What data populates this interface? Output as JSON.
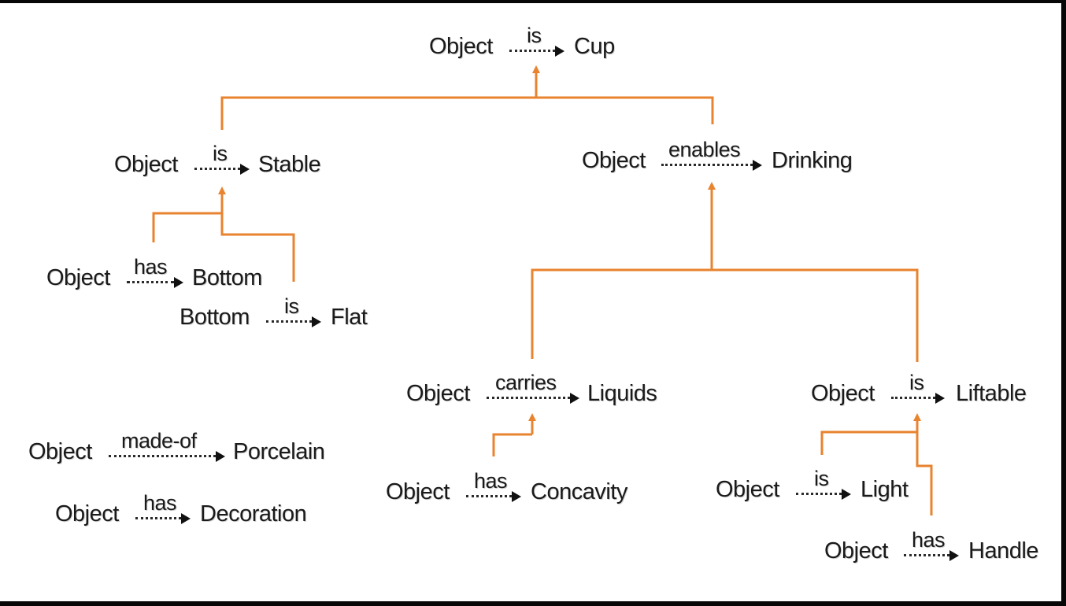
{
  "diagram": {
    "line_color": "#e8832f",
    "frame_color": "#070707",
    "triples": [
      {
        "id": "cup",
        "subject": "Object",
        "relation": "is",
        "object": "Cup"
      },
      {
        "id": "stable",
        "subject": "Object",
        "relation": "is",
        "object": "Stable"
      },
      {
        "id": "drinking",
        "subject": "Object",
        "relation": "enables",
        "object": "Drinking"
      },
      {
        "id": "bottom",
        "subject": "Object",
        "relation": "has",
        "object": "Bottom"
      },
      {
        "id": "flat",
        "subject": "Bottom",
        "relation": "is",
        "object": "Flat"
      },
      {
        "id": "liquids",
        "subject": "Object",
        "relation": "carries",
        "object": "Liquids"
      },
      {
        "id": "liftable",
        "subject": "Object",
        "relation": "is",
        "object": "Liftable"
      },
      {
        "id": "porcelain",
        "subject": "Object",
        "relation": "made-of",
        "object": "Porcelain"
      },
      {
        "id": "decoration",
        "subject": "Object",
        "relation": "has",
        "object": "Decoration"
      },
      {
        "id": "concavity",
        "subject": "Object",
        "relation": "has",
        "object": "Concavity"
      },
      {
        "id": "light",
        "subject": "Object",
        "relation": "is",
        "object": "Light"
      },
      {
        "id": "handle",
        "subject": "Object",
        "relation": "has",
        "object": "Handle"
      }
    ]
  }
}
